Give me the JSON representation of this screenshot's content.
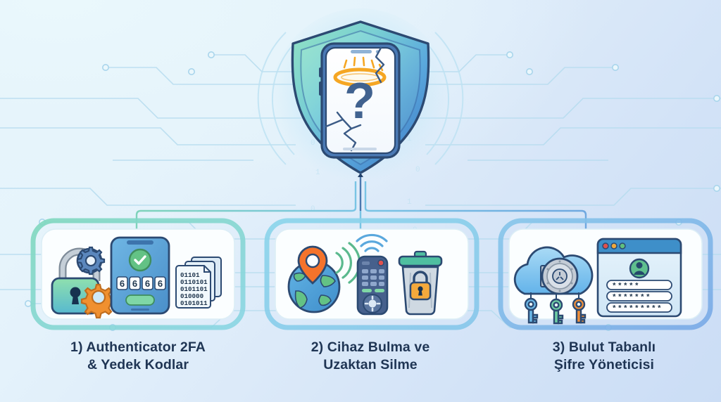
{
  "infographic": {
    "background_colors": {
      "top_left": "#eaf8fc",
      "bottom_right": "#cbddf5",
      "circuit_line": "#b6dcef",
      "text": "#1f3554"
    },
    "hero": {
      "name": "shield-with-cracked-phone",
      "shield_gradient_from": "#8fe0c0",
      "shield_gradient_to": "#3f7ec4",
      "phone_screen_color": "#fbfdff",
      "question_mark": "?",
      "question_mark_color": "#41628f",
      "halo_color": "#f5a623",
      "halo_rays": 5,
      "cracked": true
    },
    "connector": {
      "name": "tree-connector",
      "stroke_left": "#7fd3bb",
      "stroke_mid": "#79c4e4",
      "stroke_right": "#6fa8e0",
      "node_count": 3
    },
    "cards": [
      {
        "id": "card-1",
        "label": "1) Authenticator 2FA\n& Yedek Kodlar",
        "border_color": "#7fd8bd",
        "icons": [
          {
            "name": "padlock-with-gears-icon",
            "lock_color": "#7ddba8",
            "gear_colors": [
              "#4b7dbd",
              "#f28c28"
            ]
          },
          {
            "name": "phone-otp-icon",
            "body_color": "#4f9fd6",
            "check_color": "#56c07a",
            "code_digits": [
              "6",
              "6",
              "6",
              "6"
            ]
          },
          {
            "name": "backup-codes-document-icon",
            "binary_lines": [
              "01101",
              "0110101",
              "0101101",
              "010000",
              "0101011"
            ]
          }
        ]
      },
      {
        "id": "card-2",
        "label": "2) Cihaz Bulma ve\nUzaktan Silme",
        "border_color": "#86cfe8",
        "icons": [
          {
            "name": "globe-location-pin-icon",
            "pin_color": "#f4732b",
            "globe_ocean": "#4a9fd8",
            "globe_land": "#5fbf7e",
            "signal_waves": 3
          },
          {
            "name": "remote-control-icon",
            "body_color": "#46608c",
            "wifi_waves": 3,
            "power_button_color": "#e0504d"
          },
          {
            "name": "trash-bin-lock-icon",
            "lid_color": "#4fbfa0",
            "bin_color": "#cfd9e2",
            "lock_color": "#f4a93c"
          }
        ]
      },
      {
        "id": "card-3",
        "label": "3) Bulut Tabanlı\nŞifre Yöneticisi",
        "border_color": "#79b6e8",
        "icons": [
          {
            "name": "cloud-vault-icon",
            "cloud_color": "#79c3ee",
            "vault_color": "#c4ccd6"
          },
          {
            "name": "key-set-icon",
            "key_colors": [
              "#6cb9e8",
              "#6fcfa4",
              "#f0903a"
            ],
            "key_count": 3
          },
          {
            "name": "password-manager-window-icon",
            "titlebar_color": "#3e8fc9",
            "dots": [
              "#e0504d",
              "#f0a93c",
              "#5fbf7e"
            ],
            "avatar_color": "#5fbf8e",
            "field_masks": [
              "*****",
              "*******",
              "*********"
            ],
            "submit_button_color": "#6ecfa6"
          }
        ]
      }
    ]
  }
}
